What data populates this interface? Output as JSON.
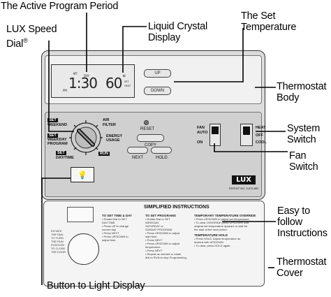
{
  "callouts": {
    "active_program_period": "The Active Program Period",
    "lux_speed_dial_line1": "LUX Speed",
    "lux_speed_dial_line2": "Dial",
    "lux_speed_dial_reg": "®",
    "liquid_crystal_display_line1": "Liquid Crystal",
    "liquid_crystal_display_line2": "Display",
    "set_temperature_line1": "The Set",
    "set_temperature_line2": "Temperature",
    "thermostat_body_line1": "Thermostat",
    "thermostat_body_line2": "Body",
    "system_switch_line1": "System",
    "system_switch_line2": "Switch",
    "fan_switch_line1": "Fan",
    "fan_switch_line2": "Switch",
    "easy_to_follow_line1": "Easy to",
    "easy_to_follow_line2": "follow",
    "easy_to_follow_line3": "Instructions",
    "thermostat_cover_line1": "Thermostat",
    "thermostat_cover_line2": "Cover",
    "button_to_light_display": "Button to Light Display"
  },
  "lcd": {
    "time": "1:30",
    "temperature": "60",
    "degree": "°",
    "period_mark": "MT",
    "day_mark": "DAY",
    "pm_mark": "PM",
    "set_mark": "SET",
    "heat_mark": "HEAT"
  },
  "buttons": {
    "up": "UP",
    "down": "DOWN",
    "reset": "RESET",
    "copy": "COPY",
    "next": "NEXT",
    "hold": "HOLD"
  },
  "dial_labels": {
    "set_weekend_1": "SET",
    "set_weekend_2": "WEEKEND",
    "air_filter_1": "AIR",
    "air_filter_2": "FILTER",
    "set_weekday_1": "SET",
    "set_weekday_2": "WEEKDAY",
    "set_weekday_3": "PROGRAM",
    "energy_usage_1": "ENERGY",
    "energy_usage_2": "USAGE",
    "set_daytime_1": "SET",
    "set_daytime_2": "DAY/TIME",
    "run": "RUN"
  },
  "fan_switch": {
    "fan": "FAN",
    "auto": "AUTO",
    "on": "ON"
  },
  "system_switch": {
    "heat": "HEAT",
    "off": "OFF",
    "cool": "COOL"
  },
  "brand": {
    "logo": "LUX",
    "patent": "PATENT NO. 5,673,850"
  },
  "cover": {
    "title": "SIMPLIFIED INSTRUCTIONS",
    "rotate_text": [
      "ROTATE",
      "THE DIAL",
      "TO TURN",
      "THE RUN",
      "POSITION",
      "TO CLOSE",
      "THE DOOR."
    ],
    "col1_head": "TO SET TIME & DAY",
    "col1_lines": [
      "• Rotate Dial to SET",
      "  DAY/TIME",
      "• Press UP to change",
      "  current day",
      "• Press NEXT",
      "• Press UP/DOWN to",
      "  adjust time."
    ],
    "col2_head": "TO SET PROGRAMS",
    "col2_lines": [
      "• Rotate Dial to SET",
      "  WEEKDAY,",
      "  SATURDAY or",
      "  SUNDAY PROGRAM.",
      "• Press UP/DOWN to adjust",
      "  start time.",
      "• Press NEXT",
      "• Press UP/DOWN to adjust",
      "  temperature.",
      "• Press NEXT",
      "• Repeat as needed or rotate",
      "  dial to RUN to stop Programming."
    ],
    "col3_head": "TEMPORARY TEMPERATURE OVERRIDE",
    "col3_lines": [
      "• Press UP/DOWN to adjust set temperature.",
      "• To clear OVERRIDE press UP/DOWN until",
      "  original set temperature appears or wait for",
      "  the start of the next period."
    ],
    "col3_head2": "TEMPERATURE HOLD",
    "col3_lines2": [
      "• Press HOLD. Adjust temperature as",
      "  desired with UP/DOWN",
      "• To clear, press HOLD again."
    ]
  }
}
